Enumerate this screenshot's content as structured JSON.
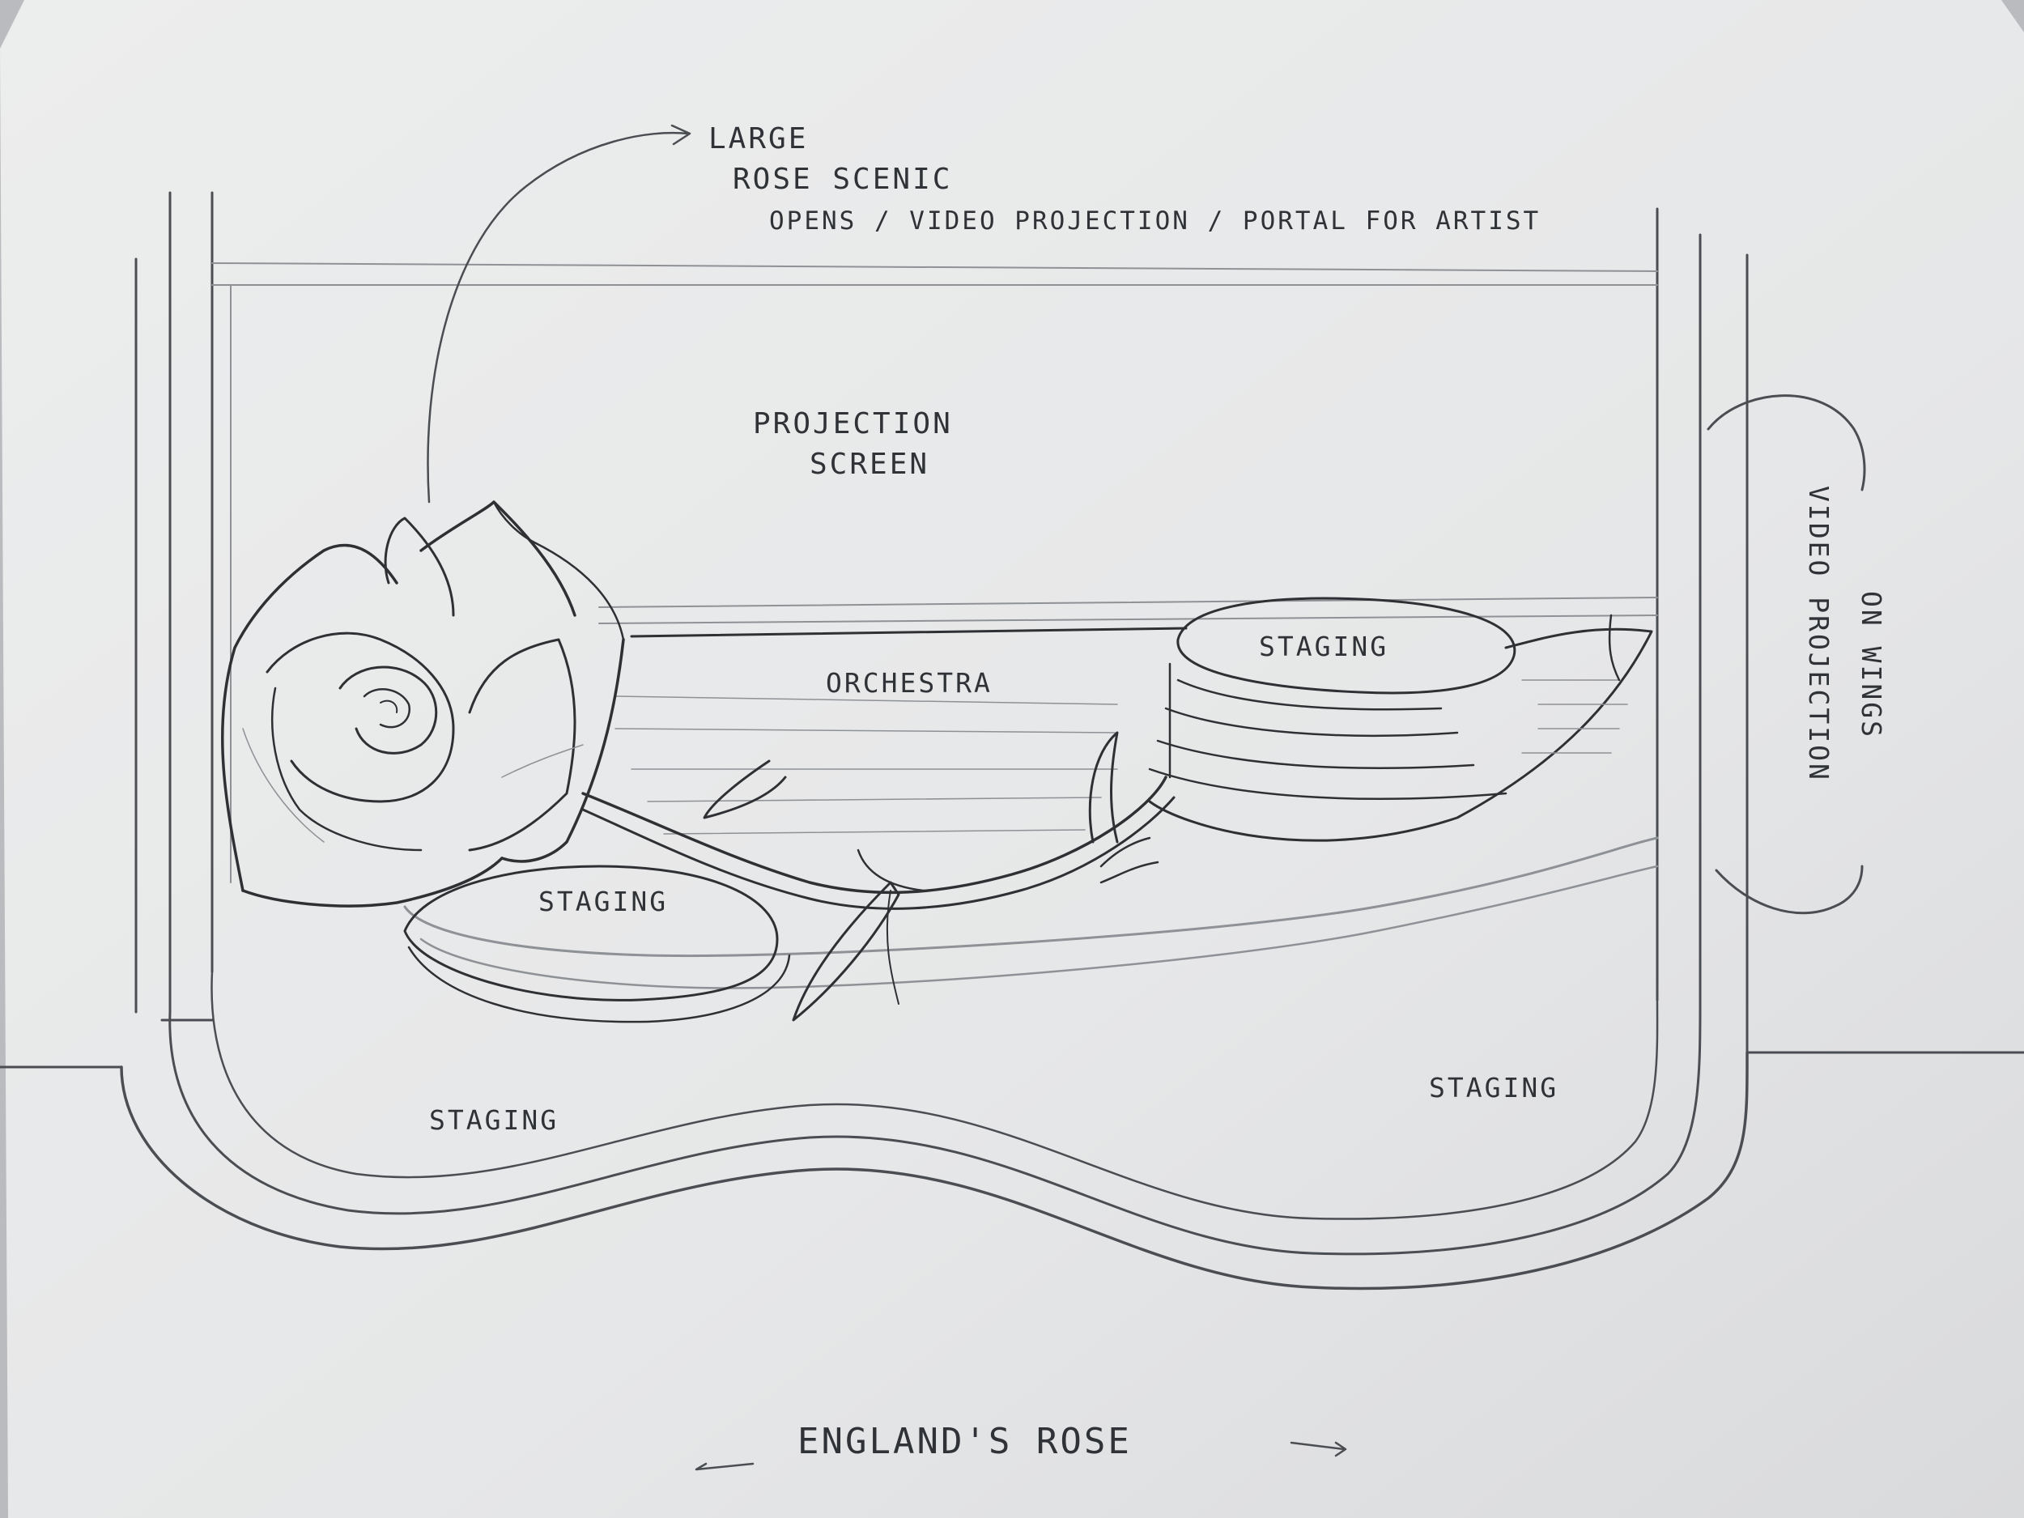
{
  "drawing": {
    "annotation": {
      "line1": "LARGE",
      "line2": "ROSE SCENIC",
      "line3": "OPENS / VIDEO PROJECTION / PORTAL FOR ARTIST"
    },
    "projection_screen": {
      "line1": "PROJECTION",
      "line2": "SCREEN"
    },
    "orchestra": "ORCHESTRA",
    "staging_upper_right": "STAGING",
    "staging_center_left": "STAGING",
    "staging_lower_left": "STAGING",
    "staging_lower_right": "STAGING",
    "wings_note": {
      "line1": "VIDEO PROJECTION",
      "line2": "ON WINGS"
    },
    "title": "ENGLAND'S ROSE"
  },
  "colors": {
    "paper": "#e9eaeb",
    "pencil": "#4a4d52",
    "background": "#b9bbbe"
  }
}
